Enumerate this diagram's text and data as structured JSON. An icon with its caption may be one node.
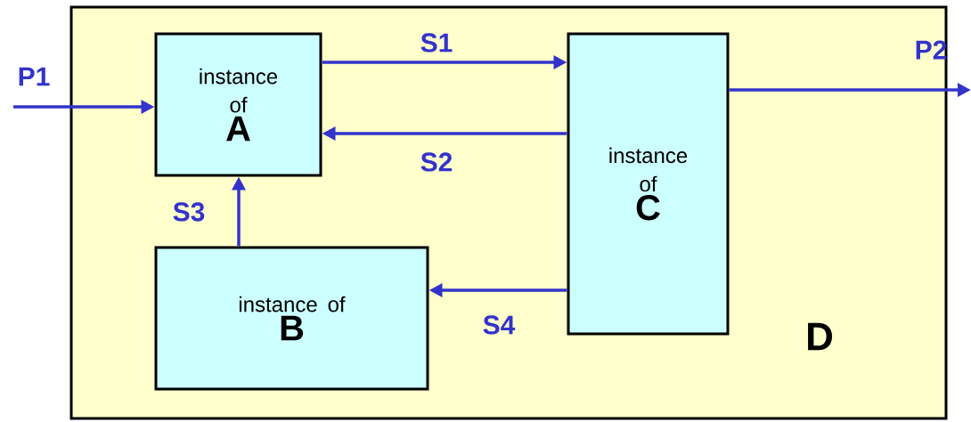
{
  "diagram": {
    "nodes": [
      {
        "text": [
          "D"
        ]
      },
      {
        "text": [
          "instance of",
          "A"
        ],
        "in": 0
      },
      {
        "text": [
          "instance of",
          "C"
        ],
        "in": 0
      },
      {
        "text": [
          "instance of",
          "B"
        ],
        "in": 0
      }
    ],
    "edges": [
      {
        "from": null,
        "to": 1,
        "arrow": "to",
        "label": "P1"
      },
      {
        "from": 1,
        "to": 2,
        "arrow": "to",
        "label": "S1"
      },
      {
        "from": 2,
        "to": 1,
        "arrow": "to",
        "label": "S2"
      },
      {
        "from": 3,
        "to": 1,
        "arrow": "to",
        "label": "S3"
      },
      {
        "from": 2,
        "to": 3,
        "arrow": "to",
        "label": "S4"
      },
      {
        "from": 2,
        "to": null,
        "arrow": "to",
        "label": "P2"
      }
    ]
  }
}
